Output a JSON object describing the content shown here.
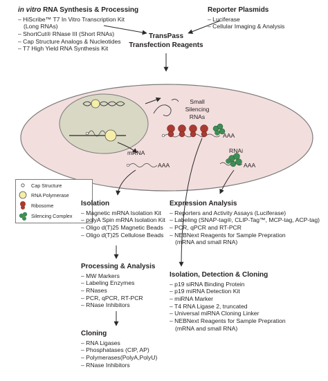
{
  "colors": {
    "cell_fill": "#f3dede",
    "cell_stroke": "#7a7a7a",
    "nucleus_fill": "#d9d8c4",
    "polymerase": "#f4eea8",
    "ribosome": "#a83b32",
    "silencing": "#3e8d55",
    "arrow": "#2a2a2a"
  },
  "in_vitro": {
    "title_italic": "in vitro",
    "title_rest": " RNA Synthesis & Processing",
    "items": [
      "HiScribe™ T7 In Vitro Transcription Kit",
      "(Long RNAs)",
      "ShortCut® RNase III (Short RNAs)",
      "Cap Structure Analogs & Nucleotides",
      "T7 High Yield RNA Synthesis Kit"
    ]
  },
  "reporter": {
    "title": "Reporter Plasmids",
    "items": [
      "Luciferase",
      "Cellular Imaging & Analysis"
    ]
  },
  "transpass": {
    "line1": "TransPass",
    "line2": "Transfection Reagents"
  },
  "cell": {
    "small_rnas": [
      "Small",
      "Silencing",
      "RNAs"
    ],
    "mrna_label": "mRNA",
    "polya": "AAA",
    "rnai": "RNAi"
  },
  "legend": {
    "icons": [
      "cap-icon",
      "polymerase-icon",
      "ribosome-icon",
      "silencing-complex-icon"
    ],
    "items": [
      "Cap Structure",
      "RNA Polymerase",
      "Ribosome",
      "Silencing Complex"
    ]
  },
  "isolation": {
    "title": "Isolation",
    "items": [
      "Magnetic mRNA Isolation Kit",
      "polyA Spin mRNA Isolation Kit",
      "Oligo d(T)25 Magnetic Beads",
      "Oligo d(T)25 Cellulose Beads"
    ]
  },
  "processing": {
    "title": "Processing & Analysis",
    "items": [
      "MW Markers",
      "Labeling Enzymes",
      "RNases",
      "PCR, qPCR, RT-PCR",
      "RNase Inhibitors"
    ]
  },
  "cloning": {
    "title": "Cloning",
    "items": [
      "RNA Ligases",
      "Phosphatases (CIP, AP)",
      "Polymerases(PolyA,PolyU)",
      "RNase Inhibitors"
    ]
  },
  "expression": {
    "title": "Expression Analysis",
    "items": [
      "Reporters and Activity Assays (Luciferase)",
      "Labeling (SNAP-tag®, CLIP-Tag™, MCP-tag, ACP-tag)",
      "PCR, qPCR and RT-PCR",
      "NEBNext Reagents for Sample Prepration",
      "(mRNA and small RNA)"
    ]
  },
  "idc": {
    "title": "Isolation, Detection & Cloning",
    "items": [
      "p19 siRNA Binding Protein",
      "p19 miRNA Detection Kit",
      "miRNA Marker",
      "T4 RNA Ligase 2, truncated",
      "Universal miRNA Cloning Linker",
      "NEBNext Reagents for Sample Prepration",
      "(mRNA and small RNA)"
    ]
  }
}
